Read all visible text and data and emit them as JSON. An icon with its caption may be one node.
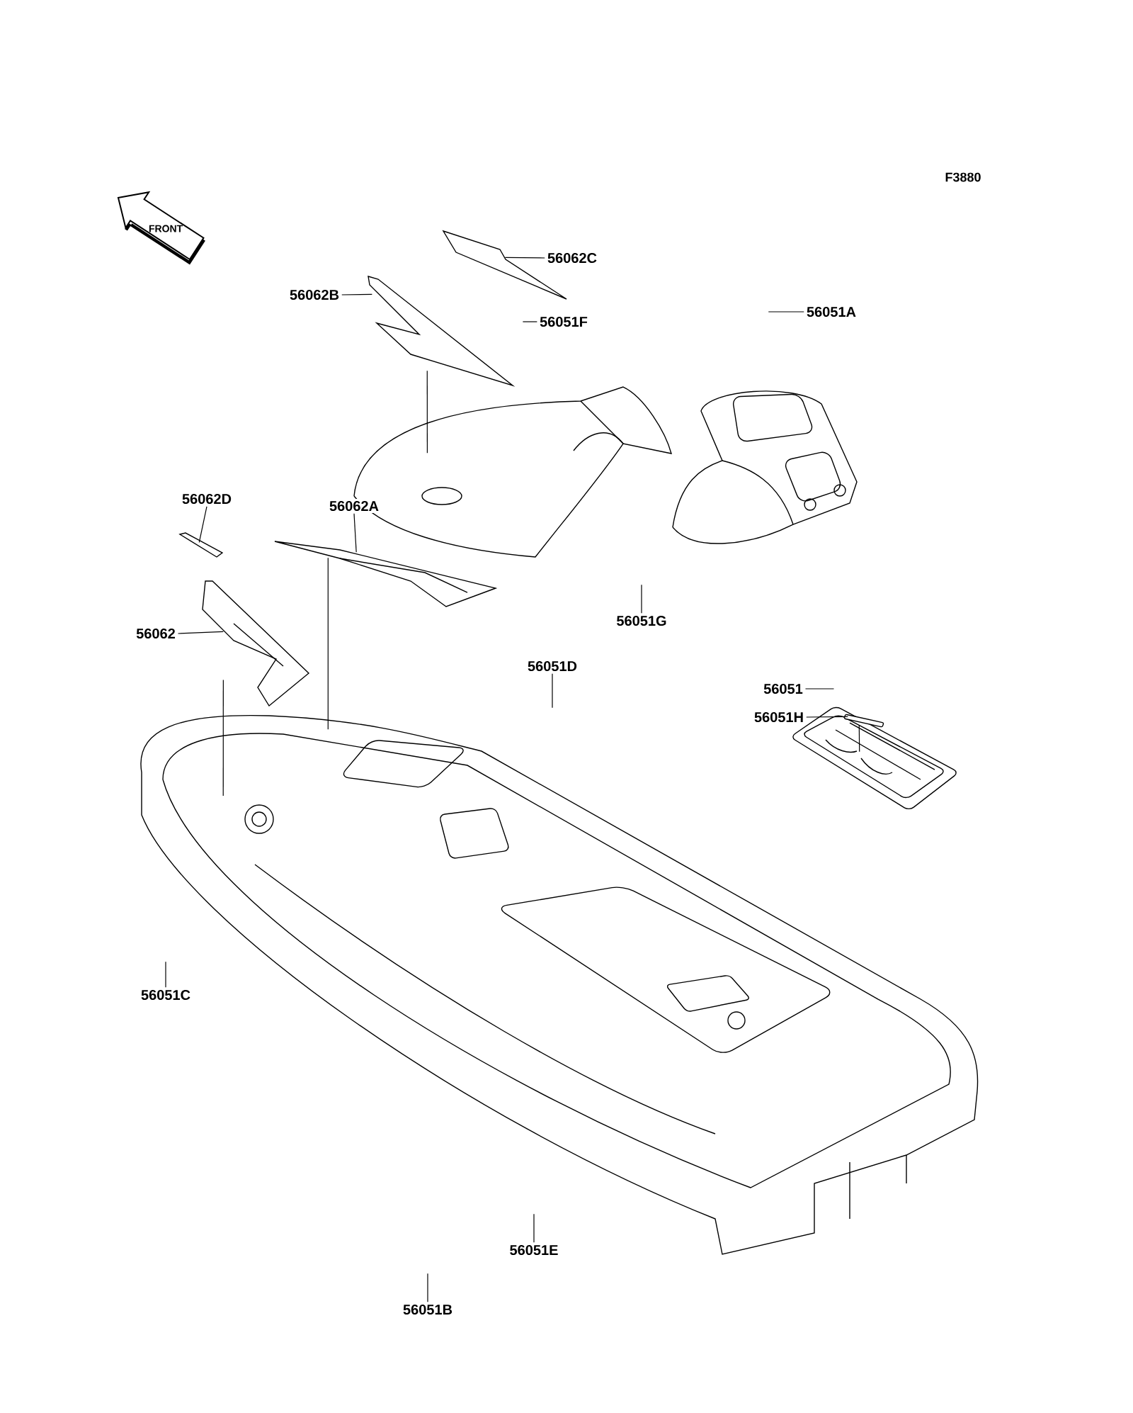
{
  "diagram": {
    "nodes": [
      {
        "text": [
          "56062C"
        ]
      },
      {
        "text": [
          "56062B"
        ]
      },
      {
        "text": [
          "56051F"
        ]
      },
      {
        "text": [
          "56051A"
        ]
      },
      {
        "text": [
          "56062D"
        ]
      },
      {
        "text": [
          "56062A"
        ]
      },
      {
        "text": [
          "56062"
        ]
      },
      {
        "text": [
          "56051G"
        ]
      },
      {
        "text": [
          "56051D"
        ]
      },
      {
        "text": [
          "56051"
        ]
      },
      {
        "text": [
          "56051H"
        ]
      },
      {
        "text": [
          "56051C"
        ]
      },
      {
        "text": [
          "56051E"
        ]
      },
      {
        "text": [
          "56051B"
        ]
      },
      {
        "text": [],
        "shape": "picture"
      },
      {
        "text": [],
        "shape": "picture"
      },
      {
        "text": [],
        "shape": "picture"
      },
      {
        "text": [],
        "shape": "picture"
      },
      {
        "text": [],
        "shape": "picture"
      },
      {
        "text": [],
        "shape": "picture"
      },
      {
        "text": [],
        "shape": "picture"
      },
      {
        "text": [],
        "shape": "picture"
      },
      {
        "text": [],
        "shape": "picture"
      },
      {
        "text": [],
        "shape": "picture"
      }
    ],
    "edges": [
      {
        "from": 0,
        "to": 14,
        "arrow": "none"
      },
      {
        "from": 1,
        "to": 15,
        "arrow": "none"
      },
      {
        "from": 2,
        "to": null,
        "arrow": "none"
      },
      {
        "from": 3,
        "to": null,
        "arrow": "none"
      },
      {
        "from": 4,
        "to": 18,
        "arrow": "none"
      },
      {
        "from": 5,
        "to": 19,
        "arrow": "none"
      },
      {
        "from": 6,
        "to": 20,
        "arrow": "none"
      },
      {
        "from": 7,
        "to": null,
        "arrow": "none"
      },
      {
        "from": 8,
        "to": null,
        "arrow": "none"
      },
      {
        "from": 9,
        "to": null,
        "arrow": "none"
      },
      {
        "from": 10,
        "to": 22,
        "arrow": "none"
      },
      {
        "from": 11,
        "to": null,
        "arrow": "none"
      },
      {
        "from": 12,
        "to": null,
        "arrow": "none"
      },
      {
        "from": 13,
        "to": null,
        "arrow": "none"
      },
      {
        "from": 15,
        "to": 16,
        "arrow": "none"
      },
      {
        "from": 19,
        "to": 23,
        "arrow": "none"
      },
      {
        "from": 20,
        "to": 23,
        "arrow": "none"
      },
      {
        "from": 22,
        "to": 21,
        "arrow": "none"
      }
    ],
    "labels": [
      "F3880",
      "FRONT"
    ]
  }
}
